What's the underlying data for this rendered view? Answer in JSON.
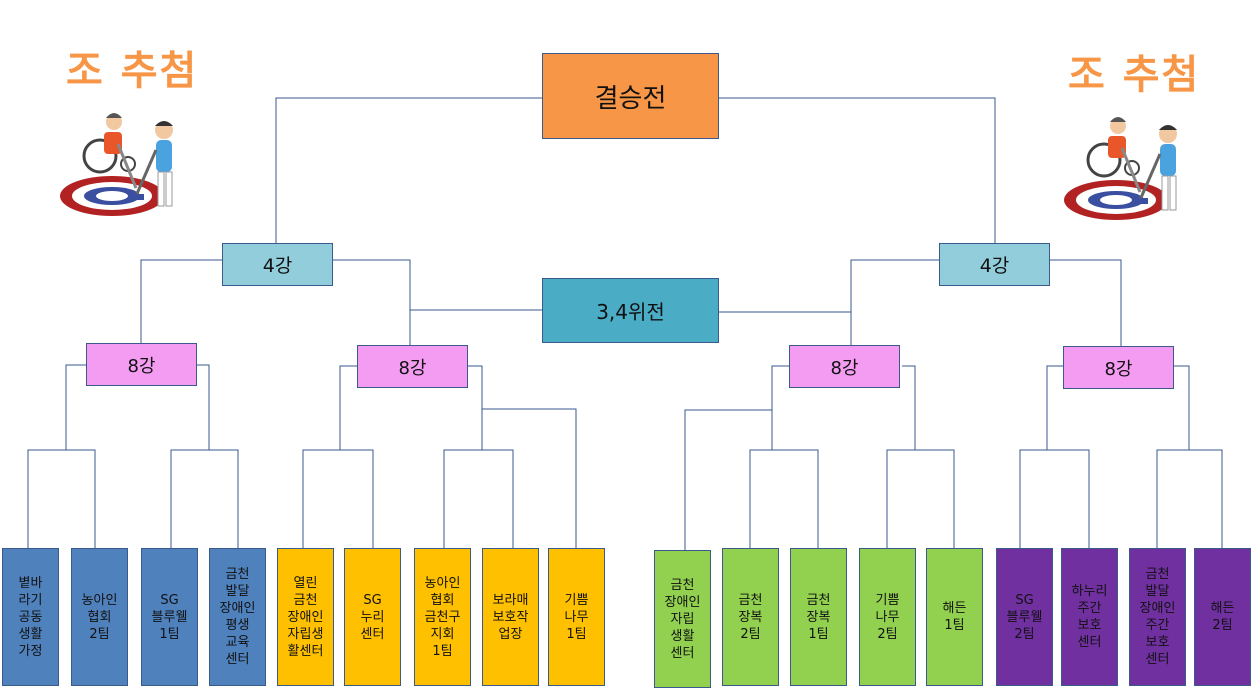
{
  "titles": {
    "left": "조 추첨",
    "right": "조 추첨"
  },
  "rounds": {
    "final": "결승전",
    "third_place": "3,4위전",
    "semi_left": "4강",
    "semi_right": "4강",
    "qf1": "8강",
    "qf2": "8강",
    "qf3": "8강",
    "qf4": "8강"
  },
  "teams": [
    "볕바\n라기\n공동\n생활\n가정",
    "농아인\n협회\n2팀",
    "SG\n블루웰\n1팀",
    "금천\n발달\n장애인\n평생\n교육\n센터",
    "열린\n금천\n장애인\n자립생\n활센터",
    "SG\n누리\n센터",
    "농아인\n협회\n금천구\n지회\n1팀",
    "보라매\n보호작\n업장",
    "기쁨\n나무\n1팀",
    "금천\n장애인\n자립\n생활\n센터",
    "금천\n장복\n2팀",
    "금천\n장복\n1팀",
    "기쁨\n나무\n2팀",
    "해든\n1팀",
    "SG\n블루웰\n2팀",
    "하누리\n주간\n보호\n센터",
    "금천\n발달\n장애인\n주간\n보호\n센터",
    "해든\n2팀"
  ],
  "colors": {
    "final": "#f79646",
    "third_place": "#4bacc6",
    "semi": "#92cddc",
    "quarter": "#f49cf2",
    "group_blue": "#4f81bd",
    "group_yellow": "#ffc000",
    "group_green": "#92d050",
    "group_purple": "#7030a0",
    "title": "#f79646",
    "lines": "#3a5a8c"
  },
  "icons": {
    "illustration": "wheelchair-curling-icon"
  }
}
